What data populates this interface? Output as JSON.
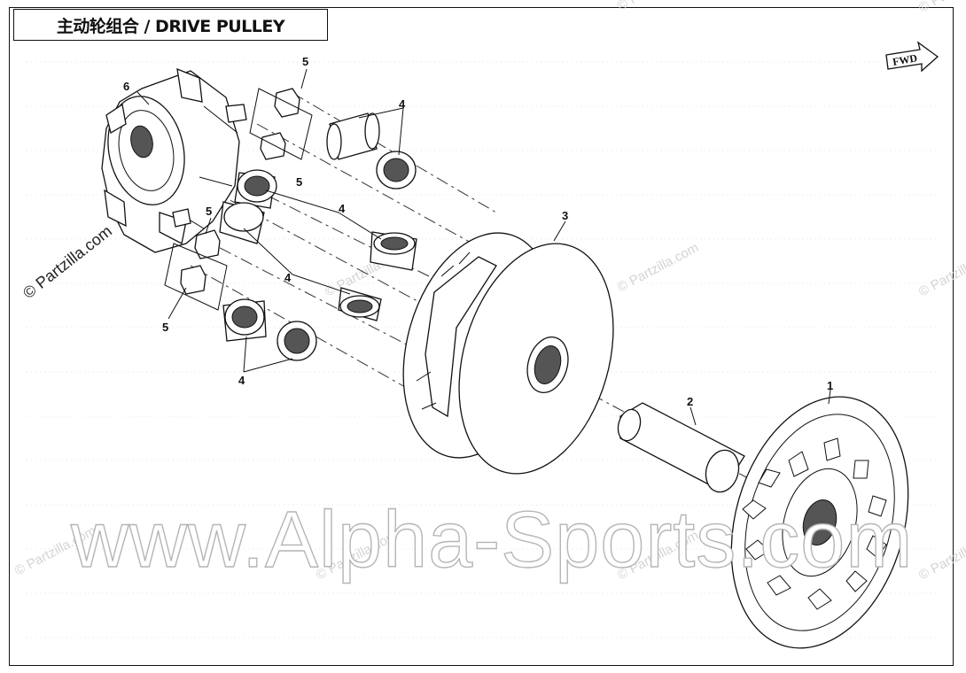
{
  "title": "主动轮组合 / DRIVE PULLEY",
  "direction_badge": "FWD",
  "callouts": {
    "c1": "1",
    "c2": "2",
    "c3": "3",
    "c4a": "4",
    "c4b": "4",
    "c4c": "4",
    "c4d": "4",
    "c5a": "5",
    "c5b": "5",
    "c5c": "5",
    "c5d": "5",
    "c6": "6"
  },
  "watermarks": {
    "side": "© Partzilla.com",
    "large": "www.Alpha-Sports.com",
    "tiled": "© Partzilla.com"
  },
  "colors": {
    "line": "#111111",
    "background": "#ffffff",
    "watermark": "#b5b5b5"
  }
}
